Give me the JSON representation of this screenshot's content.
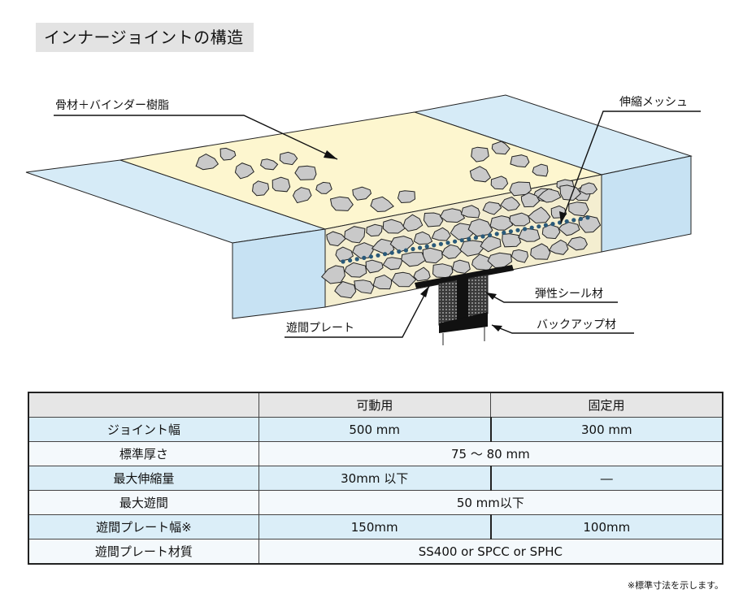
{
  "title": "インナージョイントの構造",
  "labels": {
    "aggregate": "骨材＋バインダー樹脂",
    "mesh": "伸縮メッシュ",
    "seal": "弾性シール材",
    "plate": "遊間プレート",
    "backup": "バックアップ材"
  },
  "colors": {
    "road": "#d6ebf7",
    "resin": "#fdf6cf",
    "stone": "#c9c9c9",
    "mesh_dot": "#2a5a7a",
    "header_bg": "#e6e6e6",
    "row_blue": "#dbeef8"
  },
  "table": {
    "header": [
      "",
      "可動用",
      "固定用"
    ],
    "rows": [
      {
        "label": "ジョイント幅",
        "movable": "500 mm",
        "fixed": "300 mm"
      },
      {
        "label": "標準厚さ",
        "both": "75 ～ 80 mm"
      },
      {
        "label": "最大伸縮量",
        "movable": "30mm 以下",
        "fixed": "―"
      },
      {
        "label": "最大遊間",
        "both": "50 mm以下"
      },
      {
        "label": "遊間プレート幅※",
        "movable": "150mm",
        "fixed": "100mm"
      },
      {
        "label": "遊間プレート材質",
        "both": "SS400 or SPCC or SPHC"
      }
    ]
  },
  "note": "※標準寸法を示します。"
}
